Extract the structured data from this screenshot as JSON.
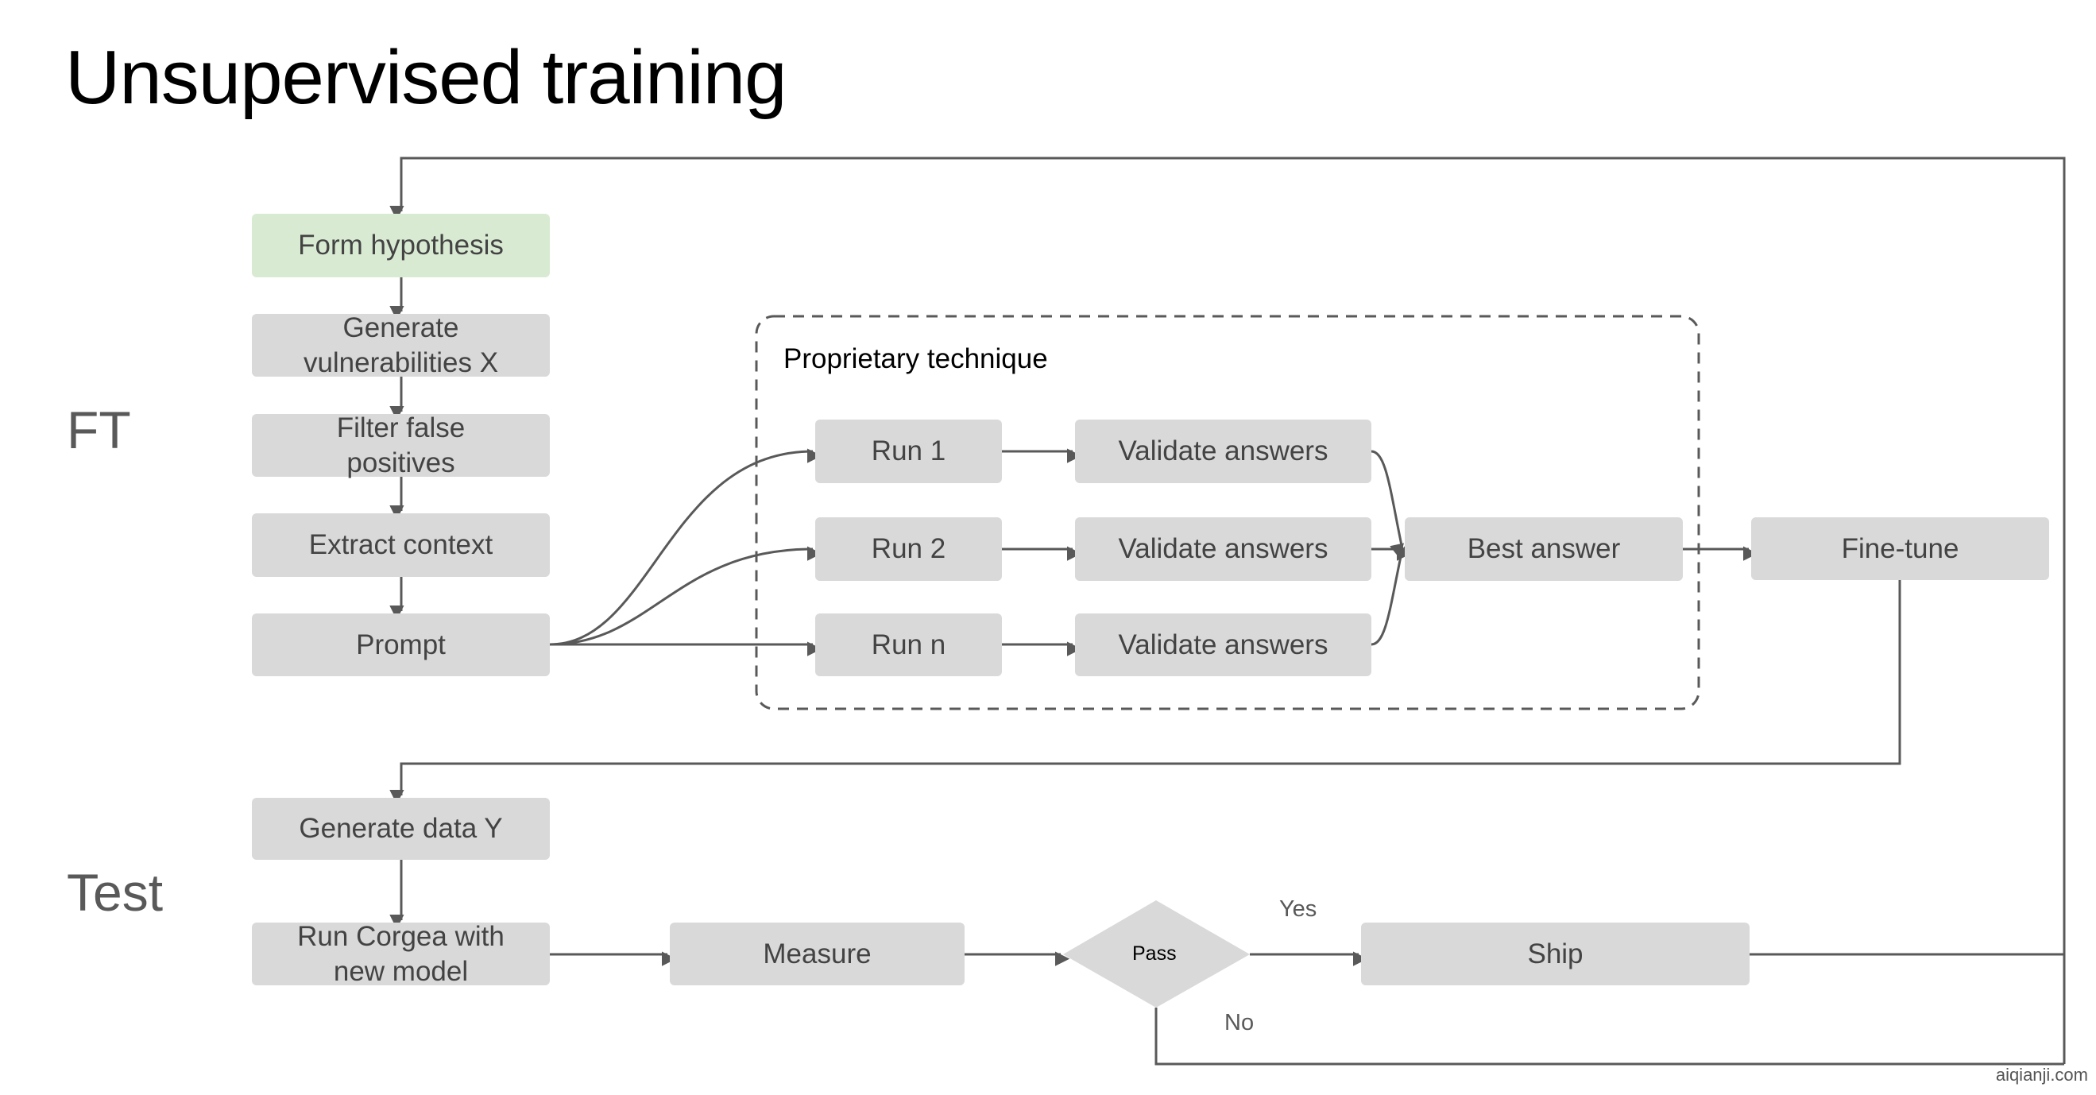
{
  "title": "Unsupervised training",
  "sections": {
    "ft": "FT",
    "test": "Test"
  },
  "group": {
    "label": "Proprietary technique"
  },
  "nodes": {
    "form_hypothesis": "Form hypothesis",
    "generate_vulnerabilities": [
      "Generate",
      "vulnerabilities X"
    ],
    "filter_false_positives": [
      "Filter false",
      "positives"
    ],
    "extract_context": "Extract context",
    "prompt": "Prompt",
    "run_1": "Run 1",
    "run_2": "Run 2",
    "run_n": "Run n",
    "validate_1": "Validate answers",
    "validate_2": "Validate answers",
    "validate_n": "Validate answers",
    "best_answer": "Best answer",
    "fine_tune": "Fine-tune",
    "generate_data_y": "Generate data Y",
    "run_corgea": [
      "Run Corgea with",
      "new model"
    ],
    "measure": "Measure",
    "pass": "Pass",
    "ship": "Ship"
  },
  "edge_labels": {
    "yes": "Yes",
    "no": "No"
  },
  "colors": {
    "node_fill": "#d9d9d9",
    "start_node_fill": "#d9ead3",
    "line": "#595959",
    "node_text": "#434343"
  },
  "watermark": "aiqianji.com"
}
